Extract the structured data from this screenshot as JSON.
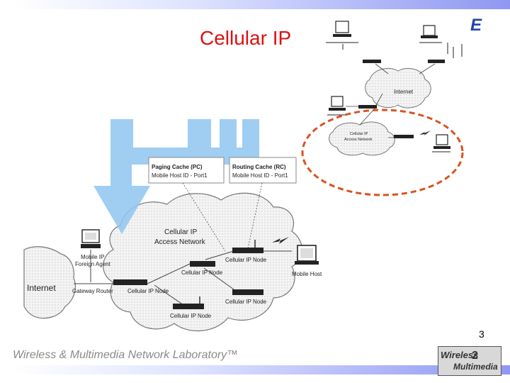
{
  "slide": {
    "title": "Cellular IP",
    "footer": "Wireless & Multimedia Network Laboratory™",
    "page_number": "3",
    "corner_logo": "E",
    "logo_line1": "Wireless",
    "logo_number": "2",
    "logo_line2": "Multimedia"
  },
  "diagram": {
    "paging_cache_title": "Paging Cache (PC)",
    "paging_cache_entry": "Mobile Host ID - Port1",
    "routing_cache_title": "Routing Cache (RC)",
    "routing_cache_entry": "Mobile Host ID - Port1",
    "access_network_line1": "Cellular IP",
    "access_network_line2": "Access Network",
    "internet": "Internet",
    "mobile_ip_line1": "Mobile IP",
    "mobile_ip_line2": "Foreign Agent",
    "gateway_router": "Gateway Router",
    "cellular_ip_node": "Cellular IP Node",
    "mobile_host": "Mobile Host",
    "mini_internet": "Internet",
    "mini_access_line1": "Cellular IP",
    "mini_access_line2": "Access Network",
    "colors": {
      "title": "#dd1111",
      "arrow": "#8ec5f0",
      "dashed_circle": "#d9531e"
    }
  }
}
